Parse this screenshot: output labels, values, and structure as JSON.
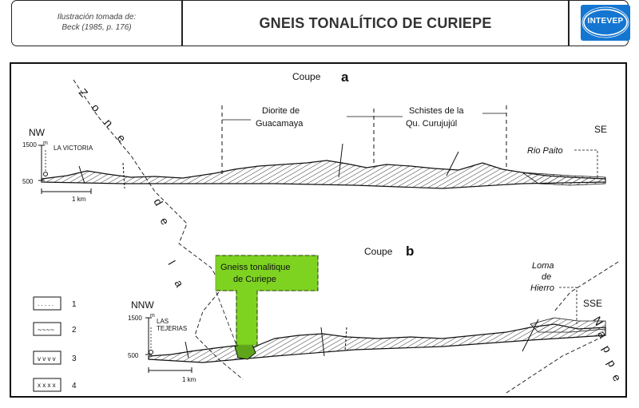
{
  "header": {
    "credit_line1": "Ilustración tomada de:",
    "credit_line2": "Beck (1985, p. 176)",
    "title": "GNEIS TONALÍTICO DE CURIEPE",
    "logo_text": "INTEVEP",
    "logo_color": "#1476d1"
  },
  "diagram": {
    "section_a": {
      "label_word": "Coupe",
      "label_letter": "a",
      "left_end": "NW",
      "right_end": "SE",
      "elev_high": "1500",
      "elev_unit": "m",
      "elev_low": "500",
      "place": "LA VICTORIA",
      "scale": "1 km",
      "unit1_line1": "Diorite de",
      "unit1_line2": "Guacamaya",
      "unit2_line1": "Schistes de la",
      "unit2_line2": "Qu. Curujujúl",
      "river": "Rio Paito"
    },
    "section_b": {
      "label_word": "Coupe",
      "label_letter": "b",
      "left_end": "NNW",
      "right_end": "SSE",
      "elev_high": "1500",
      "elev_unit": "m",
      "elev_low": "500",
      "place_line1": "LAS",
      "place_line2": "TEJERIAS",
      "scale": "1 km",
      "callout_line1": "Gneiss tonalitique",
      "callout_line2": "de Curiepe",
      "hill_line1": "Loma",
      "hill_line2": "de",
      "hill_line3": "Hierro"
    },
    "zone_letters": [
      "Z",
      "o",
      "n",
      "e",
      "d",
      "e",
      "l",
      "a"
    ],
    "nappe_letters": [
      "N",
      "a",
      "p",
      "p",
      "e"
    ],
    "legend": [
      "1",
      "2",
      "3",
      "4"
    ],
    "legend_symbols": [
      ". . . . .",
      "~~~~",
      "v v v v",
      "x x x x"
    ],
    "highlight_color": "#7ed321"
  }
}
